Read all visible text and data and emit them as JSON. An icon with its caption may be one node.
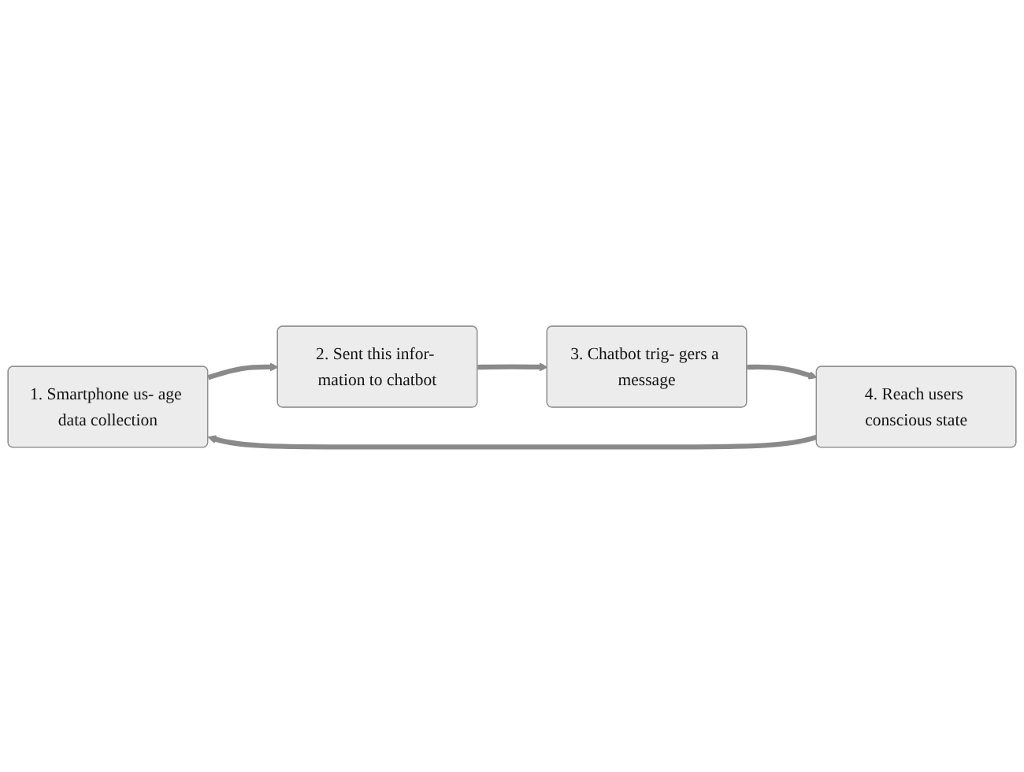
{
  "diagram": {
    "nodes": [
      {
        "text": [
          "1. Smartphone us- age data collection"
        ]
      },
      {
        "text": [
          "2. Sent this infor- mation to chatbot"
        ]
      },
      {
        "text": [
          "3. Chatbot trig- gers a message"
        ]
      },
      {
        "text": [
          "4. Reach users conscious state"
        ]
      }
    ],
    "edges": [
      {
        "from": 0,
        "to": 1,
        "arrow": "to"
      },
      {
        "from": 1,
        "to": 2,
        "arrow": "to"
      },
      {
        "from": 2,
        "to": 3,
        "arrow": "to"
      },
      {
        "from": 3,
        "to": 0,
        "arrow": "to"
      }
    ]
  }
}
